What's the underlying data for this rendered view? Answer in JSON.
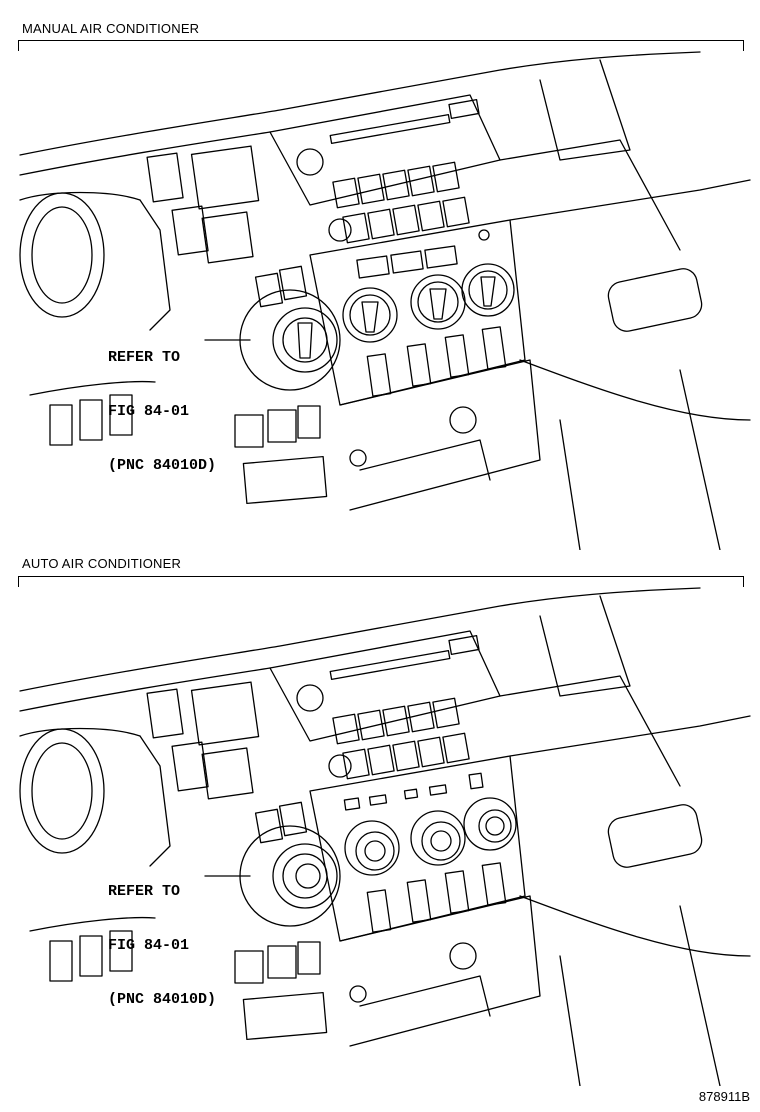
{
  "sections": [
    {
      "title": "MANUAL AIR CONDITIONER",
      "callout": [
        "REFER TO",
        "FIG 84-01",
        "(PNC 84010D)"
      ]
    },
    {
      "title": "AUTO AIR CONDITIONER",
      "callout": [
        "REFER TO",
        "FIG 84-01",
        "(PNC 84010D)"
      ]
    }
  ],
  "figure_id": "878911B"
}
